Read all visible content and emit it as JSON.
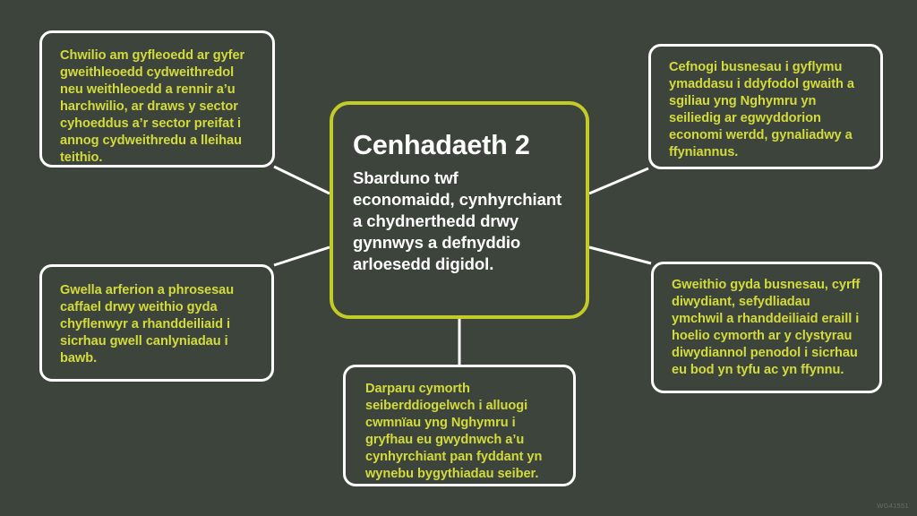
{
  "background_color": "#3d443c",
  "accent_yellow": "#d3db3c",
  "center_border_color": "#c3cb27",
  "satellite_border_color": "#ffffff",
  "center": {
    "title": "Cenhadaeth 2",
    "subtitle": "Sbarduno twf economaidd, cynhyrchiant a chydnerthedd drwy gynnwys a defnyddio arloesedd digidol."
  },
  "nodes": {
    "top_left": "Chwilio am gyfleoedd ar gyfer gweithleoedd cydweithredol neu weithleoedd a rennir a’u harchwilio, ar draws y sector cyhoeddus a’r sector preifat i annog cydweithredu a lleihau teithio.",
    "top_right": "Cefnogi busnesau i gyflymu ymaddasu i ddyfodol gwaith a sgiliau yng Nghymru yn seiliedig ar egwyddorion economi werdd, gynaliadwy a ffyniannus.",
    "middle_left": "Gwella arferion a phrosesau caffael drwy weithio gyda chyflenwyr a rhanddeiliaid i sicrhau gwell canlyniadau i bawb.",
    "middle_right": "Gweithio gyda busnesau, cyrff diwydiant, sefydliadau ymchwil a rhanddeiliaid eraill i hoelio cymorth ar y clystyrau diwydiannol penodol i sicrhau eu bod yn tyfu ac yn ffynnu.",
    "bottom_center": "Darparu cymorth seiberddiogelwch i alluogi cwmnïau yng Nghymru i gryfhau eu gwydnwch a’u cynhyrchiant pan fyddant yn wynebu bygythiadau seiber."
  },
  "watermark": "WG41551"
}
